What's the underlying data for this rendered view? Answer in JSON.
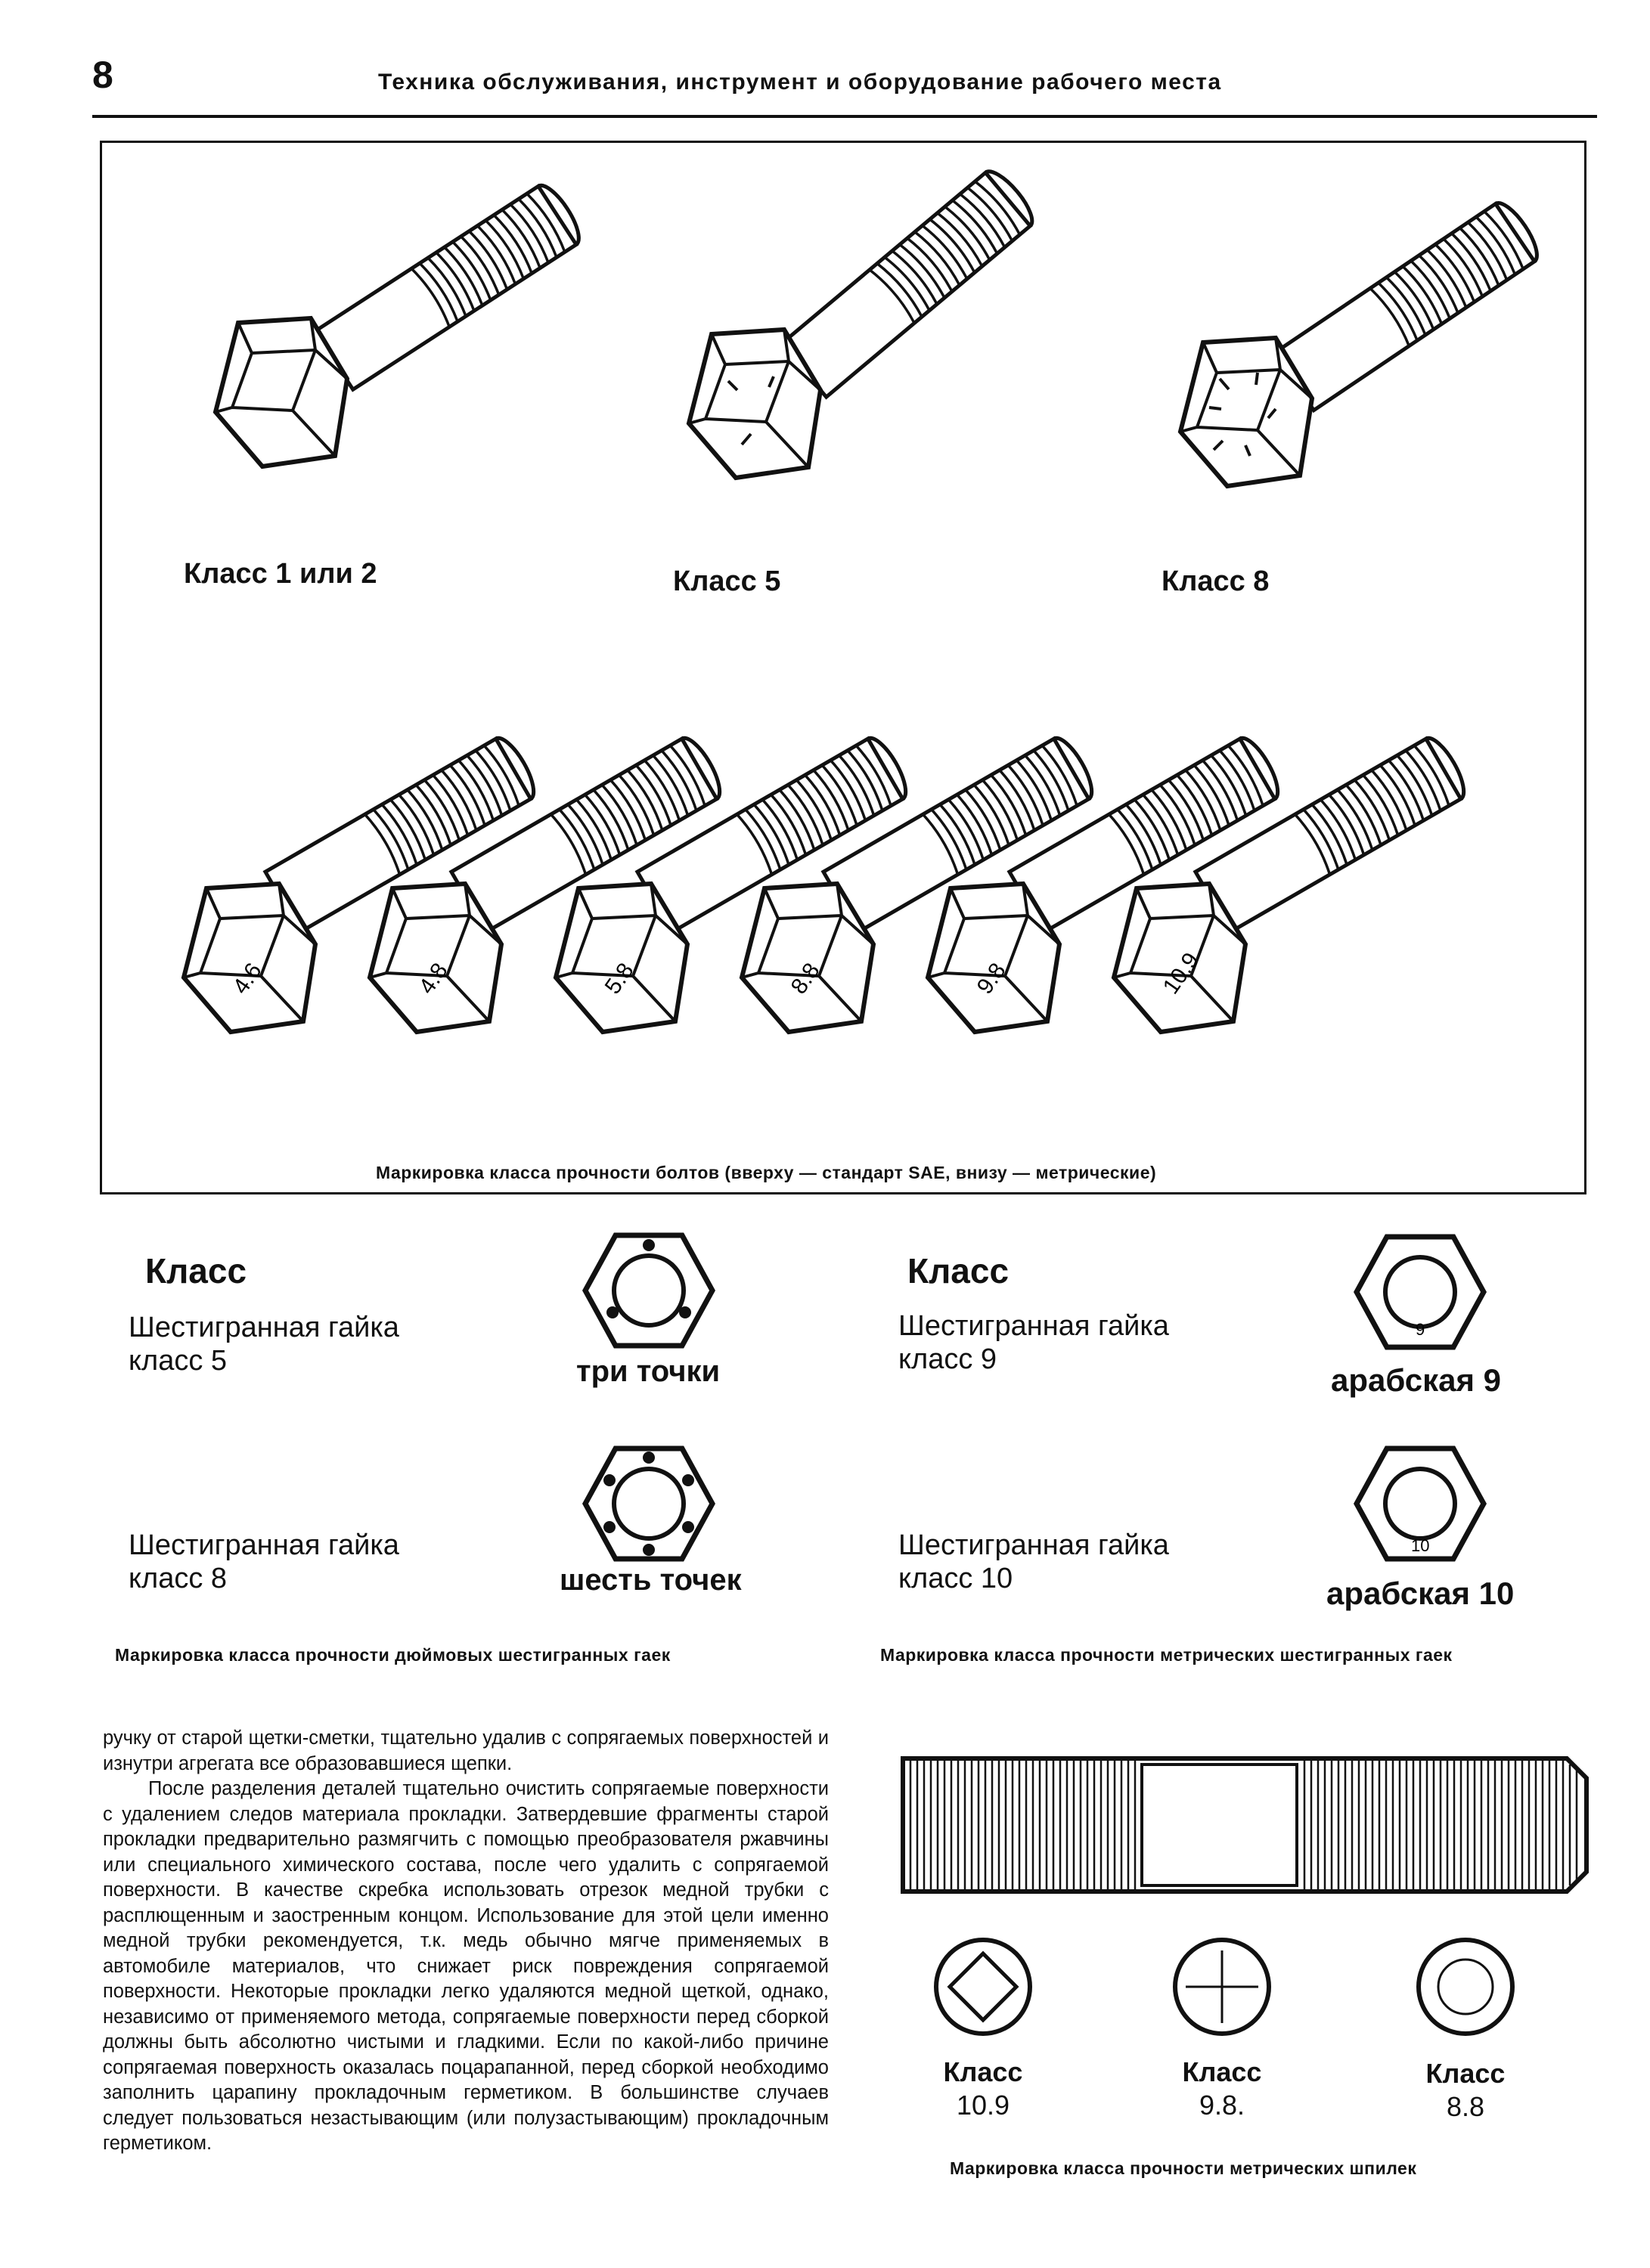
{
  "header": {
    "page_number": "8",
    "running_title": "Техника обслуживания, инструмент и оборудование рабочего места"
  },
  "bolt_figure": {
    "sae_labels": [
      "Класс 1 или 2",
      "Класс 5",
      "Класс 8"
    ],
    "metric_labels": [
      "4.6",
      "4.8",
      "5.8",
      "8.8",
      "9.8",
      "10.9"
    ],
    "caption": "Маркировка класса прочности болтов (вверху — стандарт SAE, внизу — метрические)"
  },
  "inch_nuts": {
    "title": "Класс",
    "items": [
      {
        "line1": "Шестигранная гайка",
        "line2": "класс 5",
        "mark": "три точки"
      },
      {
        "line1": "Шестигранная гайка",
        "line2": "класс 8",
        "mark": "шесть точек"
      }
    ],
    "caption": "Маркировка класса прочности дюймовых шестигранных гаек"
  },
  "metric_nuts": {
    "title": "Класс",
    "items": [
      {
        "line1": "Шестигранная гайка",
        "line2": "класс 9",
        "mark": "арабская 9",
        "stamp": "9"
      },
      {
        "line1": "Шестигранная гайка",
        "line2": "класс 10",
        "mark": "арабская 10",
        "stamp": "10"
      }
    ],
    "caption": "Маркировка класса прочности метрических шестигранных гаек"
  },
  "body": {
    "paragraph1": "ручку от старой щетки-сметки, тщательно удалив с сопрягаемых поверхностей и изнутри агрегата все образовавшиеся щепки.",
    "paragraph2": "После разделения деталей тщательно очистить сопрягаемые поверхности с удалением следов материала прокладки. Затвердевшие фрагменты старой прокладки предварительно размягчить с помощью преобразователя ржавчины или специального химического состава, после чего удалить с сопрягаемой поверхности. В качестве скребка использовать отрезок медной трубки с расплющенным и заостренным концом. Использование для этой цели именно медной трубки рекомендуется, т.к. медь обычно мягче применяемых в автомобиле материалов, что снижает риск повреждения сопрягаемой поверхности. Некоторые прокладки легко удаляются медной щеткой, однако, независимо от применяемого метода, сопрягаемые поверхности перед сборкой должны быть абсолютно чистыми и гладкими. Если по какой-либо причине сопрягаемая поверхность оказалась поцарапанной, перед сборкой необходимо заполнить царапину прокладочным герметиком. В большинстве случаев следует пользоваться незастывающим (или полузастывающим) прокладочным герметиком."
  },
  "studs": {
    "items": [
      {
        "label": "Класс",
        "value": "10.9",
        "icon": "diamond-mark-icon"
      },
      {
        "label": "Класс",
        "value": "9.8.",
        "icon": "cross-mark-icon"
      },
      {
        "label": "Класс",
        "value": "8.8",
        "icon": "ring-mark-icon"
      }
    ],
    "caption": "Маркировка класса прочности метрических шпилек"
  }
}
